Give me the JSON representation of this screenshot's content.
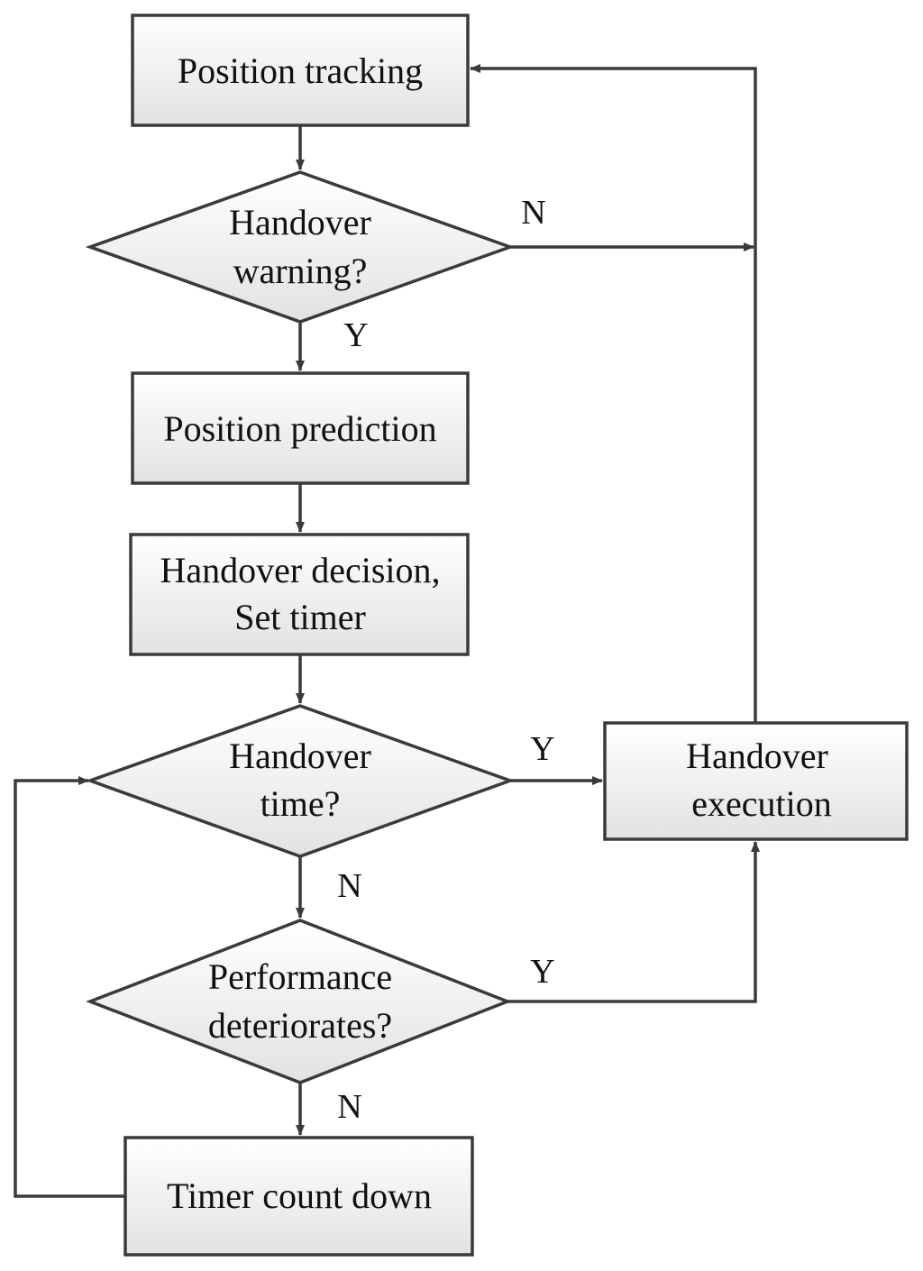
{
  "nodes": {
    "position_tracking": {
      "label": "Position tracking"
    },
    "handover_warning": {
      "line1": "Handover",
      "line2": "warning?"
    },
    "position_prediction": {
      "label": "Position prediction"
    },
    "handover_decision": {
      "line1": "Handover decision,",
      "line2": "Set timer"
    },
    "handover_time": {
      "line1": "Handover",
      "line2": "time?"
    },
    "performance": {
      "line1": "Performance",
      "line2": "deteriorates?"
    },
    "timer_countdown": {
      "label": "Timer count down"
    },
    "handover_execution": {
      "line1": "Handover",
      "line2": "execution"
    }
  },
  "edge_labels": {
    "warning_no": "N",
    "warning_yes": "Y",
    "time_yes": "Y",
    "time_no": "N",
    "performance_yes": "Y",
    "performance_no": "N"
  }
}
